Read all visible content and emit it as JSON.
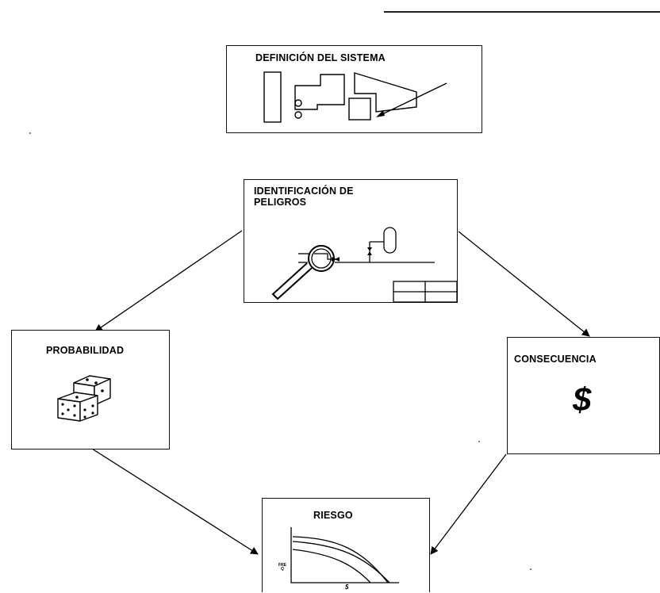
{
  "diagram": {
    "nodes": {
      "definicion": {
        "label": "DEFINICIÓN DEL SISTEMA"
      },
      "identificacion": {
        "label_line1": "IDENTIFICACIÓN DE",
        "label_line2": "PELIGROS"
      },
      "probabilidad": {
        "label": "PROBABILIDAD"
      },
      "consecuencia": {
        "label": "CONSECUENCIA",
        "symbol": "$"
      },
      "riesgo": {
        "label": "RIESGO",
        "axis_x_symbol": "$",
        "axis_y_label": "FREQ"
      }
    },
    "edges": [
      {
        "from": "identificacion",
        "to": "probabilidad"
      },
      {
        "from": "identificacion",
        "to": "consecuencia"
      },
      {
        "from": "probabilidad",
        "to": "riesgo"
      },
      {
        "from": "consecuencia",
        "to": "riesgo"
      }
    ],
    "icons": [
      "plant-layout-icon",
      "magnifier-pipe-icon",
      "dice-icon",
      "dollar-icon",
      "risk-curve-icon"
    ]
  }
}
